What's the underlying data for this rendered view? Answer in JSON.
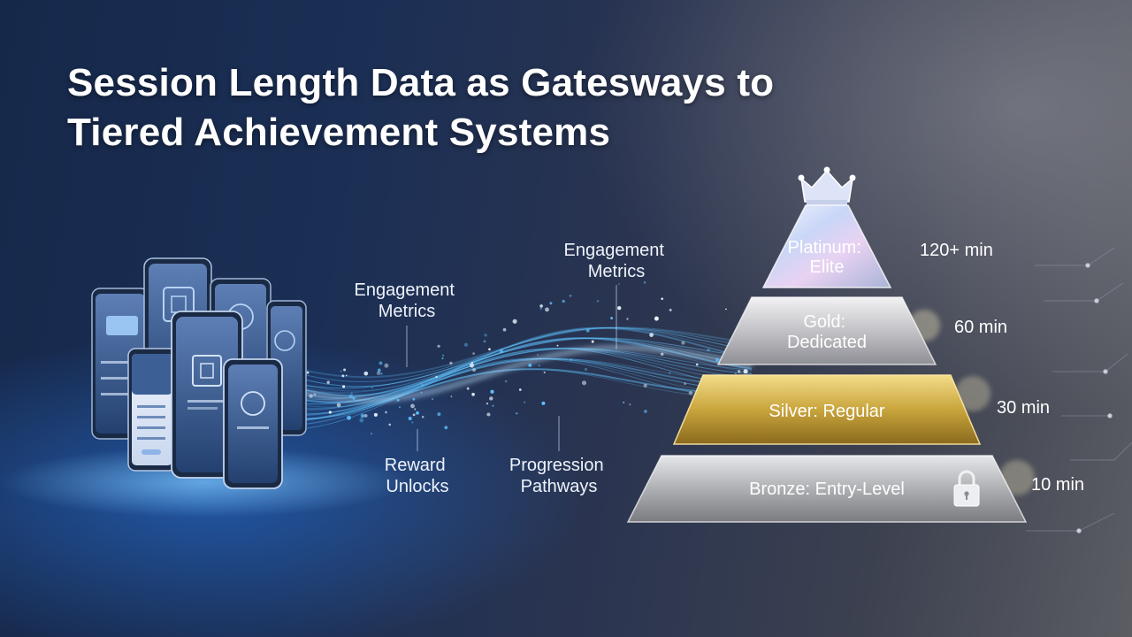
{
  "title": {
    "line1": "Session Length Data as Gatesways to",
    "line2": "Tiered Achievement Systems"
  },
  "flow_labels": {
    "engagement_left": [
      "Engagement",
      "Metrics"
    ],
    "engagement_right": [
      "Engagement",
      "Metrics"
    ],
    "reward": [
      "Reward",
      "Unlocks"
    ],
    "progression": [
      "Progression",
      "Pathways"
    ]
  },
  "tiers": [
    {
      "id": "platinum",
      "lines": [
        "Platinum:",
        "Elite"
      ],
      "time": "120+ min",
      "color": "#d9dcf2"
    },
    {
      "id": "gold",
      "lines": [
        "Gold:",
        "Dedicated"
      ],
      "time": "60 min",
      "color": "#c9c9cc"
    },
    {
      "id": "silver",
      "lines": [
        "Silver: Regular"
      ],
      "time": "30 min",
      "color": "#c9a53c"
    },
    {
      "id": "bronze",
      "lines": [
        "Bronze: Entry-Level"
      ],
      "time": "10 min",
      "color": "#b9babd"
    }
  ],
  "icons": {
    "crown": "crown-icon",
    "lock": "lock-icon",
    "phones": "smartphone-icon"
  },
  "colors": {
    "wave": "#5fc3ff",
    "accent_blue": "#2f7fe0"
  }
}
